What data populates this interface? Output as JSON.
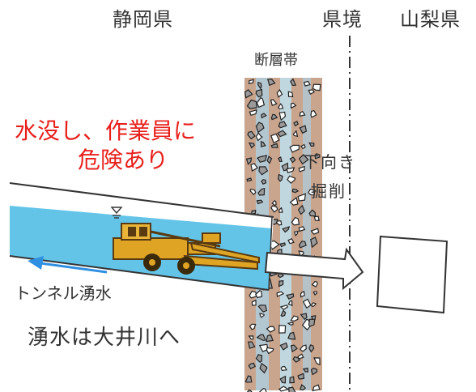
{
  "labels": {
    "shizuoka": "静岡県",
    "border": "県境",
    "yamanashi": "山梨県",
    "fault_zone": "断層帯",
    "warning_line1": "水没し、作業員に",
    "warning_line2": "危険あり",
    "downward": "下向き",
    "digging": "掘削",
    "tunnel_water": "トンネル湧水",
    "to_oi_river": "湧水は大井川へ"
  },
  "colors": {
    "warning_text": "#e8201c",
    "water": "#64c4e8",
    "fault_rock": "#c8a890",
    "fault_blue": "#bfe4f5",
    "arrow": "#2f8fe0",
    "machine": "#e0a424"
  },
  "icons": {
    "water_level": "water-level-icon",
    "machine": "excavator-icon",
    "flow_arrow": "left-arrow-icon",
    "dig_direction": "right-arrow-icon"
  }
}
